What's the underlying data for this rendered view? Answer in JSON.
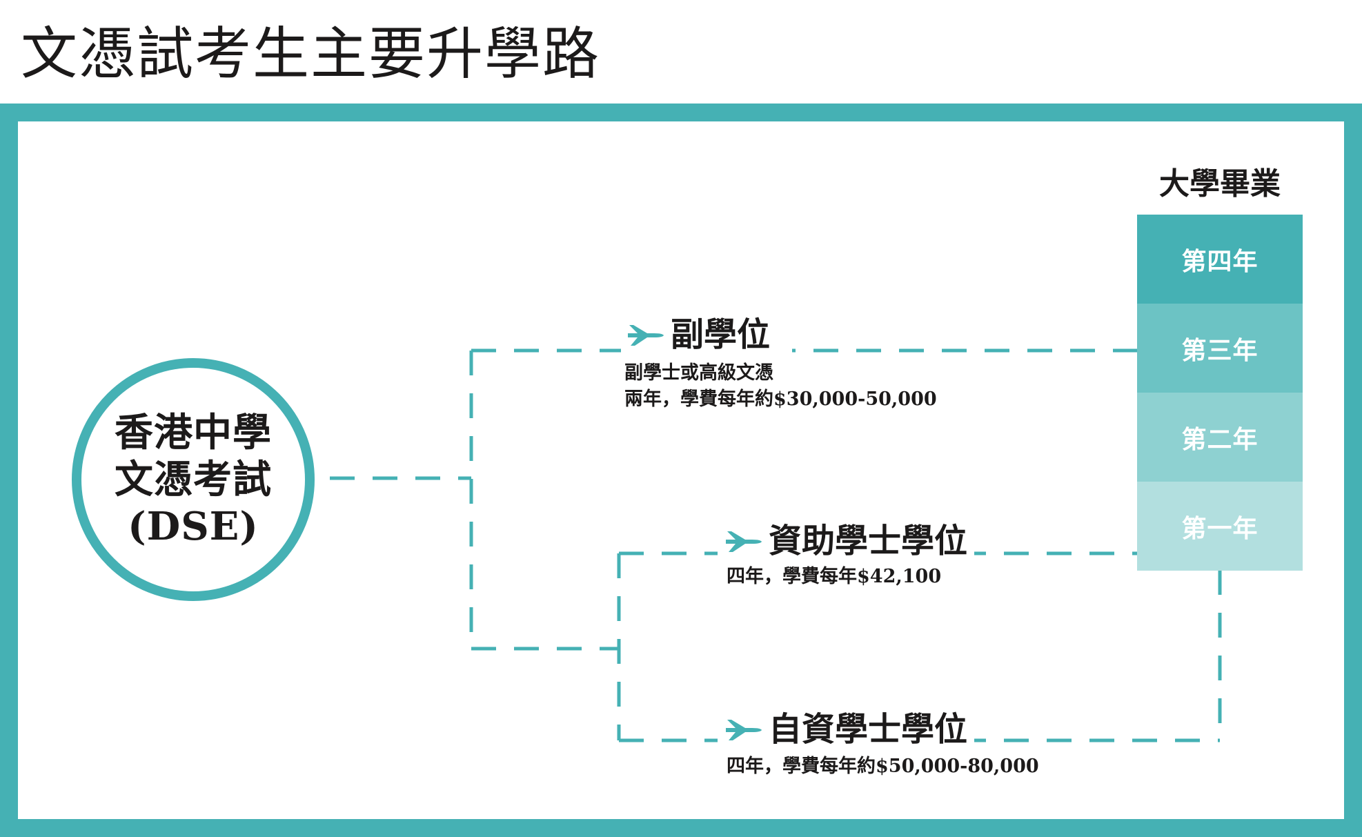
{
  "title": "文憑試考生主要升學路",
  "start_node": {
    "lines": [
      "香港中學",
      "文憑考試",
      "(DSE)"
    ]
  },
  "routes": [
    {
      "name": "副學位",
      "description": [
        "副學士或高級文憑",
        "兩年，學費每年約$30,000-50,000"
      ]
    },
    {
      "name": "資助學士學位",
      "description": [
        "四年，學費每年$42,100"
      ]
    },
    {
      "name": "自資學士學位",
      "description": [
        "四年，學費每年約$50,000-80,000"
      ]
    }
  ],
  "graduation": {
    "label": "大學畢業",
    "years": [
      "第四年",
      "第三年",
      "第二年",
      "第一年"
    ]
  },
  "colors": {
    "accent": "#45b1b4",
    "year_blocks": [
      "#45b1b4",
      "#6cc3c4",
      "#8ed1d1",
      "#b2dfdf"
    ],
    "text": "#1c1a1a"
  },
  "icons": {
    "route_marker": "airplane-icon"
  }
}
